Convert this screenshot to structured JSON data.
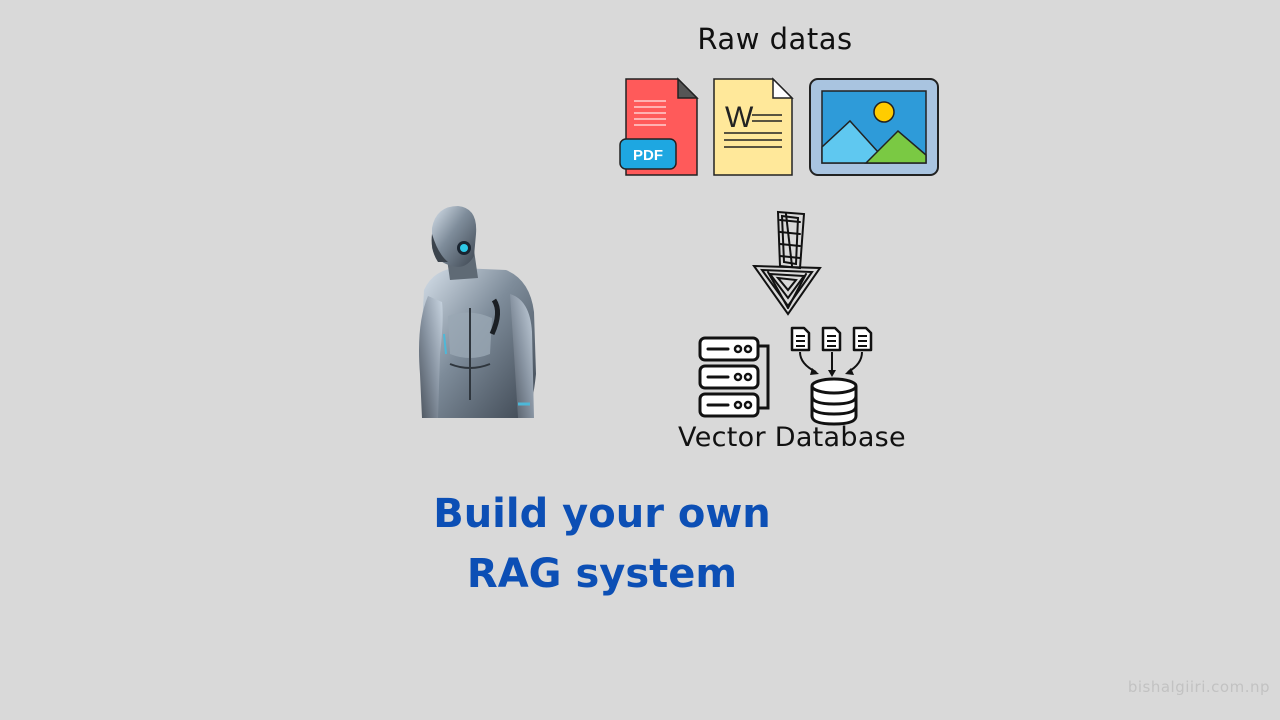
{
  "raw_title": "Raw datas",
  "icons": {
    "pdf_badge": "PDF",
    "doc_letter": "W"
  },
  "vector_label": "Vector Database",
  "headline": {
    "line1": "Build your own",
    "line2": "RAG system"
  },
  "watermark": "bishalgiiri.com.np",
  "colors": {
    "background": "#d9d9d9",
    "pdf_red": "#ff5a5a",
    "pdf_badge_blue": "#1ea7e1",
    "doc_yellow": "#ffe89a",
    "image_frame": "#a9c4e0",
    "image_sky": "#2e9bd9",
    "mountain_light": "#5fc8f0",
    "mountain_green": "#7ac943",
    "sun": "#ffcc00",
    "headline_blue": "#0c4fb5"
  }
}
